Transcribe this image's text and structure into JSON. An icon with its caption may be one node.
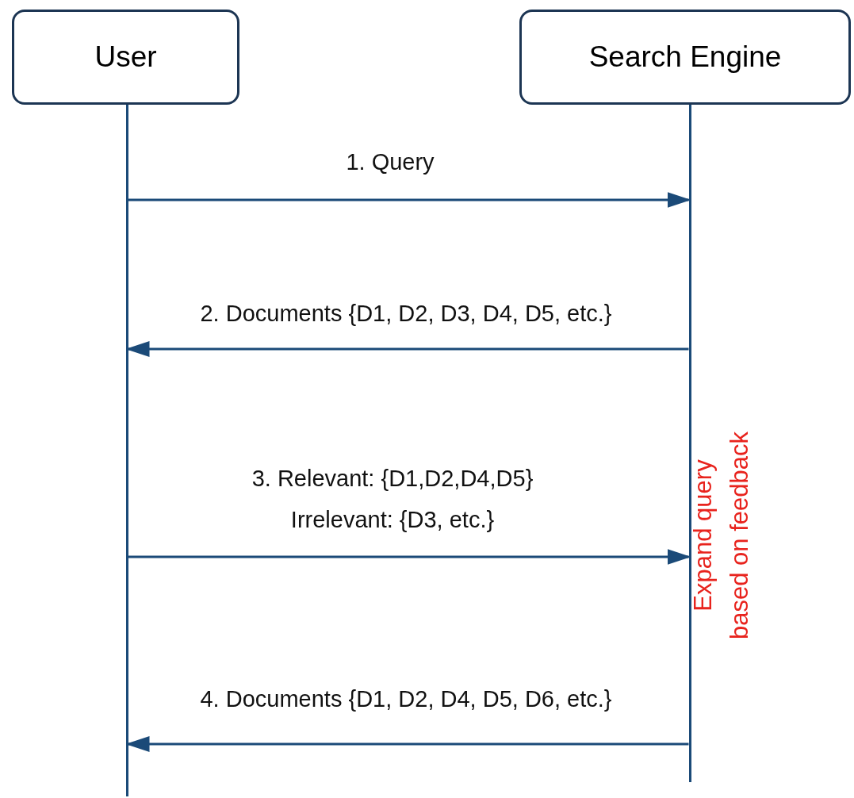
{
  "diagram": {
    "nodes": [
      {
        "text": [
          "User"
        ]
      },
      {
        "text": [
          "Search Engine"
        ]
      }
    ],
    "edges": [
      {
        "from": 0,
        "to": 1,
        "arrow": "to",
        "label": "1. Query"
      },
      {
        "from": 1,
        "to": 0,
        "arrow": "to",
        "label": "2. Documents {D1, D2, D3, D4, D5, etc.}"
      },
      {
        "from": 0,
        "to": 1,
        "arrow": "to",
        "label": "3. Relevant: {D1,D2,D4,D5} Irrelevant: {D3, etc.}"
      },
      {
        "from": 1,
        "to": 0,
        "arrow": "to",
        "label": "4. Documents {D1, D2, D4, D5, D6, etc.}"
      }
    ],
    "labels": [
      "Expand query based on feedback"
    ]
  }
}
